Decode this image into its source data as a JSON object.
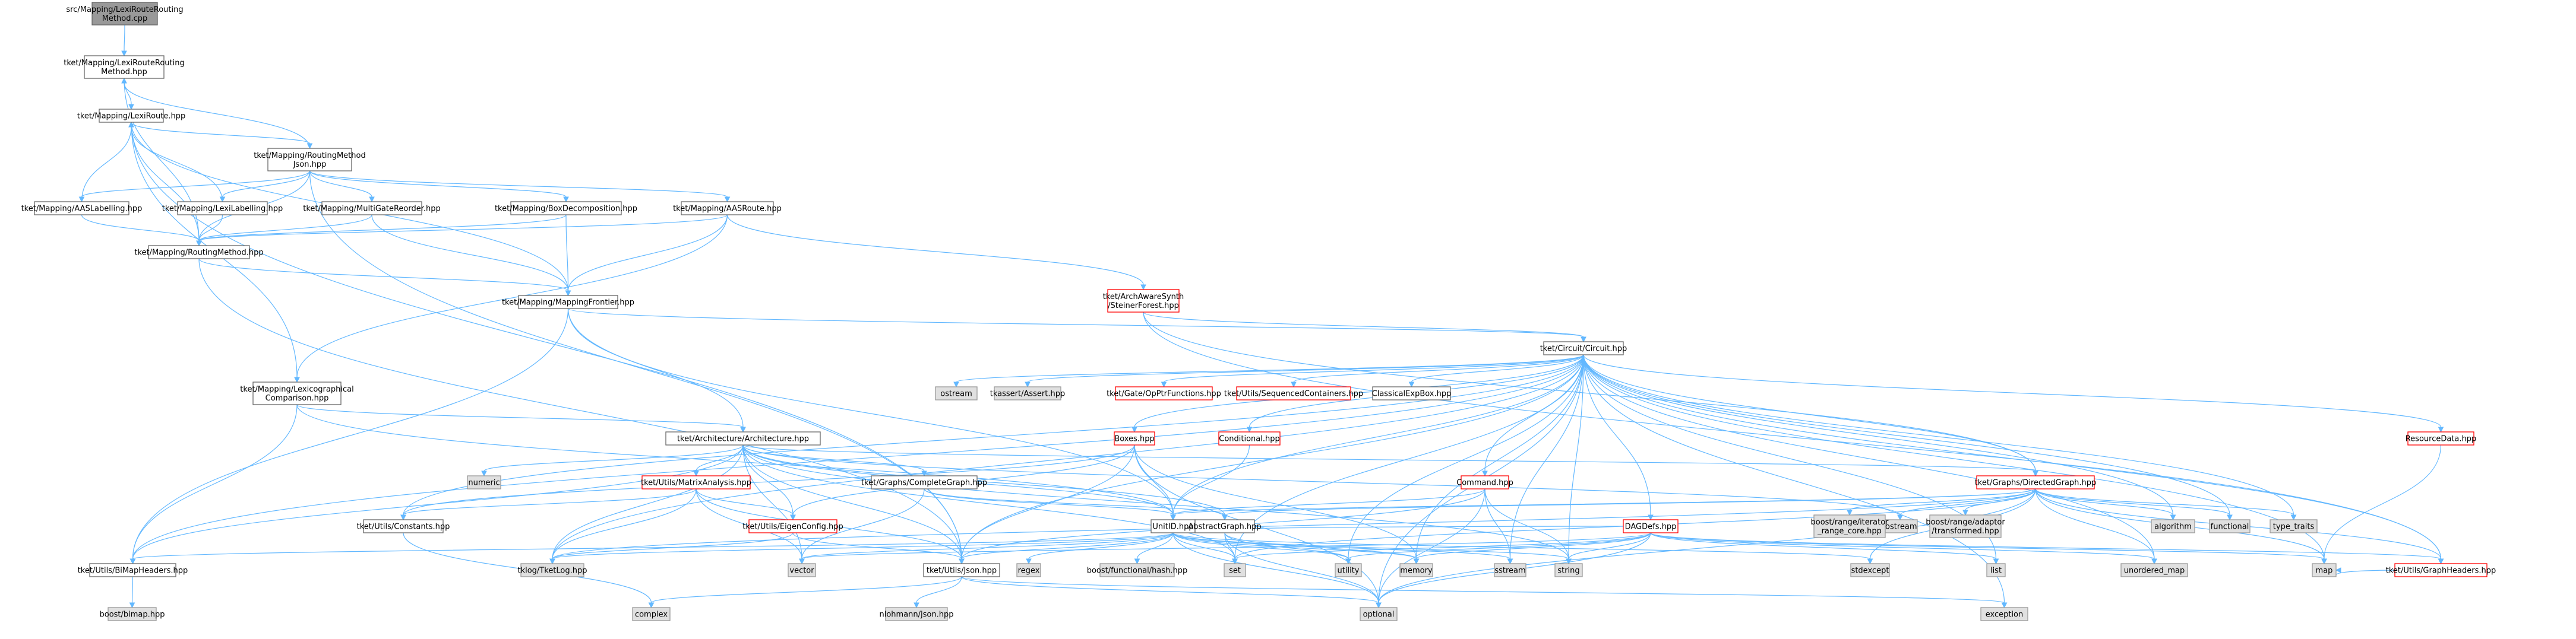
{
  "colors": {
    "current_fill": "#999999",
    "current_stroke": "#666666",
    "node_fill": "#ffffff",
    "node_stroke": "#666666",
    "truncated_fill": "#ffffff",
    "truncated_stroke": "#ff0000",
    "external_fill": "#e0e0e0",
    "external_stroke": "#999999",
    "edge": "#63b8ff",
    "text": "#000000"
  },
  "nodes": [
    {
      "id": "n0",
      "kind": "current",
      "lines": [
        "src/Mapping/LexiRouteRouting",
        "Method.cpp"
      ]
    },
    {
      "id": "n1",
      "kind": "normal",
      "lines": [
        "tket/Mapping/LexiRouteRouting",
        "Method.hpp"
      ]
    },
    {
      "id": "n2",
      "kind": "normal",
      "lines": [
        "tket/Mapping/LexiRoute.hpp"
      ]
    },
    {
      "id": "n3",
      "kind": "normal",
      "lines": [
        "tket/Mapping/RoutingMethod",
        "Json.hpp"
      ]
    },
    {
      "id": "n4",
      "kind": "normal",
      "lines": [
        "tket/Mapping/AASLabelling.hpp"
      ]
    },
    {
      "id": "n5",
      "kind": "normal",
      "lines": [
        "tket/Mapping/LexiLabelling.hpp"
      ]
    },
    {
      "id": "n6",
      "kind": "normal",
      "lines": [
        "tket/Mapping/MultiGateReorder.hpp"
      ]
    },
    {
      "id": "n7",
      "kind": "normal",
      "lines": [
        "tket/Mapping/BoxDecomposition.hpp"
      ]
    },
    {
      "id": "n8",
      "kind": "normal",
      "lines": [
        "tket/Mapping/AASRoute.hpp"
      ]
    },
    {
      "id": "n9",
      "kind": "normal",
      "lines": [
        "tket/Mapping/RoutingMethod.hpp"
      ]
    },
    {
      "id": "n10",
      "kind": "normal",
      "lines": [
        "tket/Mapping/MappingFrontier.hpp"
      ]
    },
    {
      "id": "n11",
      "kind": "truncated",
      "lines": [
        "tket/ArchAwareSynth",
        "/SteinerForest.hpp"
      ]
    },
    {
      "id": "n12",
      "kind": "normal",
      "lines": [
        "tket/Circuit/Circuit.hpp"
      ]
    },
    {
      "id": "n13",
      "kind": "normal",
      "lines": [
        "tket/Mapping/Lexicographical",
        "Comparison.hpp"
      ]
    },
    {
      "id": "n14",
      "kind": "external",
      "lines": [
        "ostream"
      ]
    },
    {
      "id": "n15",
      "kind": "external",
      "lines": [
        "tkassert/Assert.hpp"
      ]
    },
    {
      "id": "n16",
      "kind": "truncated",
      "lines": [
        "tket/Gate/OpPtrFunctions.hpp"
      ]
    },
    {
      "id": "n17",
      "kind": "truncated",
      "lines": [
        "tket/Utils/SequencedContainers.hpp"
      ]
    },
    {
      "id": "n18",
      "kind": "normal",
      "lines": [
        "ClassicalExpBox.hpp"
      ]
    },
    {
      "id": "n19",
      "kind": "truncated",
      "lines": [
        "ResourceData.hpp"
      ]
    },
    {
      "id": "n20",
      "kind": "normal",
      "lines": [
        "tket/Architecture/Architecture.hpp"
      ]
    },
    {
      "id": "n21",
      "kind": "truncated",
      "lines": [
        "Boxes.hpp"
      ]
    },
    {
      "id": "n22",
      "kind": "truncated",
      "lines": [
        "Conditional.hpp"
      ]
    },
    {
      "id": "n23",
      "kind": "external",
      "lines": [
        "numeric"
      ]
    },
    {
      "id": "n24",
      "kind": "truncated",
      "lines": [
        "tket/Utils/MatrixAnalysis.hpp"
      ]
    },
    {
      "id": "n25",
      "kind": "normal",
      "lines": [
        "tket/Graphs/CompleteGraph.hpp"
      ]
    },
    {
      "id": "n26",
      "kind": "truncated",
      "lines": [
        "Command.hpp"
      ]
    },
    {
      "id": "n27",
      "kind": "truncated",
      "lines": [
        "tket/Graphs/DirectedGraph.hpp"
      ]
    },
    {
      "id": "n28",
      "kind": "normal",
      "lines": [
        "tket/Utils/Constants.hpp"
      ]
    },
    {
      "id": "n29",
      "kind": "truncated",
      "lines": [
        "tket/Utils/EigenConfig.hpp"
      ]
    },
    {
      "id": "n30",
      "kind": "normal",
      "lines": [
        "UnitID.hpp"
      ]
    },
    {
      "id": "n31",
      "kind": "normal",
      "lines": [
        "AbstractGraph.hpp"
      ]
    },
    {
      "id": "n32",
      "kind": "truncated",
      "lines": [
        "DAGDefs.hpp"
      ]
    },
    {
      "id": "n33",
      "kind": "external",
      "lines": [
        "iostream"
      ]
    },
    {
      "id": "n34",
      "kind": "external",
      "lines": [
        "boost/range/iterator",
        "_range_core.hpp"
      ]
    },
    {
      "id": "n35",
      "kind": "external",
      "lines": [
        "boost/range/adaptor",
        "/transformed.hpp"
      ]
    },
    {
      "id": "n36",
      "kind": "external",
      "lines": [
        "algorithm"
      ]
    },
    {
      "id": "n37",
      "kind": "external",
      "lines": [
        "functional"
      ]
    },
    {
      "id": "n38",
      "kind": "external",
      "lines": [
        "type_traits"
      ]
    },
    {
      "id": "n39",
      "kind": "normal",
      "lines": [
        "tket/Utils/BiMapHeaders.hpp"
      ]
    },
    {
      "id": "n40",
      "kind": "external",
      "lines": [
        "tklog/TketLog.hpp"
      ]
    },
    {
      "id": "n41",
      "kind": "external",
      "lines": [
        "vector"
      ]
    },
    {
      "id": "n42",
      "kind": "external",
      "lines": [
        "regex"
      ]
    },
    {
      "id": "n43",
      "kind": "normal",
      "lines": [
        "tket/Utils/Json.hpp"
      ]
    },
    {
      "id": "n44",
      "kind": "external",
      "lines": [
        "boost/functional/hash.hpp"
      ]
    },
    {
      "id": "n45",
      "kind": "external",
      "lines": [
        "set"
      ]
    },
    {
      "id": "n46",
      "kind": "external",
      "lines": [
        "utility"
      ]
    },
    {
      "id": "n47",
      "kind": "external",
      "lines": [
        "memory"
      ]
    },
    {
      "id": "n48",
      "kind": "external",
      "lines": [
        "sstream"
      ]
    },
    {
      "id": "n49",
      "kind": "external",
      "lines": [
        "string"
      ]
    },
    {
      "id": "n50",
      "kind": "external",
      "lines": [
        "stdexcept"
      ]
    },
    {
      "id": "n51",
      "kind": "external",
      "lines": [
        "list"
      ]
    },
    {
      "id": "n52",
      "kind": "external",
      "lines": [
        "unordered_map"
      ]
    },
    {
      "id": "n53",
      "kind": "external",
      "lines": [
        "map"
      ]
    },
    {
      "id": "n54",
      "kind": "truncated",
      "lines": [
        "tket/Utils/GraphHeaders.hpp"
      ]
    },
    {
      "id": "n55",
      "kind": "external",
      "lines": [
        "boost/bimap.hpp"
      ]
    },
    {
      "id": "n56",
      "kind": "external",
      "lines": [
        "complex"
      ]
    },
    {
      "id": "n57",
      "kind": "external",
      "lines": [
        "nlohmann/json.hpp"
      ]
    },
    {
      "id": "n58",
      "kind": "external",
      "lines": [
        "optional"
      ]
    },
    {
      "id": "n59",
      "kind": "external",
      "lines": [
        "exception"
      ]
    }
  ]
}
